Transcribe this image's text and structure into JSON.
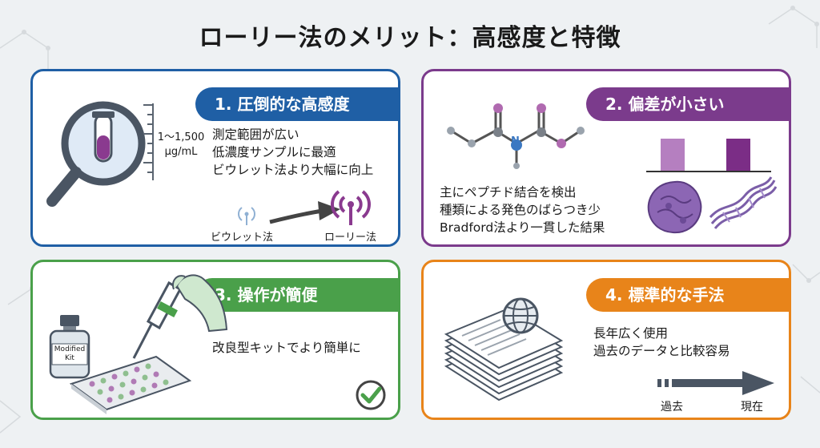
{
  "title": "ローリー法のメリット：高感度と特徴",
  "colors": {
    "blue": "#1f5fa5",
    "purple": "#7b3b8c",
    "green": "#4aa04a",
    "orange": "#e8841a"
  },
  "cards": [
    {
      "heading": "1. 圧倒的な高感度",
      "range_value": "1〜1,500",
      "range_unit": "μg/mL",
      "lines": [
        "測定範囲が広い",
        "低濃度サンプルに最適",
        "ビウレット法より大幅に向上"
      ],
      "from_label": "ビウレット法",
      "to_label": "ローリー法",
      "icons": [
        "magnifier-tube-icon",
        "weak-signal-icon",
        "strong-signal-icon"
      ]
    },
    {
      "heading": "2. 偏差が小さい",
      "atom_label": "N",
      "lines": [
        "主にペプチド結合を検出",
        "種類による発色のばらつき少",
        "Bradford法より一貫した結果"
      ],
      "icons": [
        "peptide-bond-icon",
        "bar-comparison-icon",
        "globular-protein-icon",
        "fibrous-protein-icon"
      ]
    },
    {
      "heading": "3. 操作が簡便",
      "kit_label_1": "Modified",
      "kit_label_2": "Kit",
      "lines": [
        "改良型キットでより簡単に"
      ],
      "icons": [
        "pipette-plate-icon",
        "reagent-bottle-icon",
        "check-circle-icon"
      ]
    },
    {
      "heading": "4. 標準的な手法",
      "lines": [
        "長年広く使用",
        "過去のデータと比較容易"
      ],
      "past_label": "過去",
      "present_label": "現在",
      "icons": [
        "documents-icon",
        "globe-icon",
        "timeline-arrow-icon"
      ]
    }
  ]
}
